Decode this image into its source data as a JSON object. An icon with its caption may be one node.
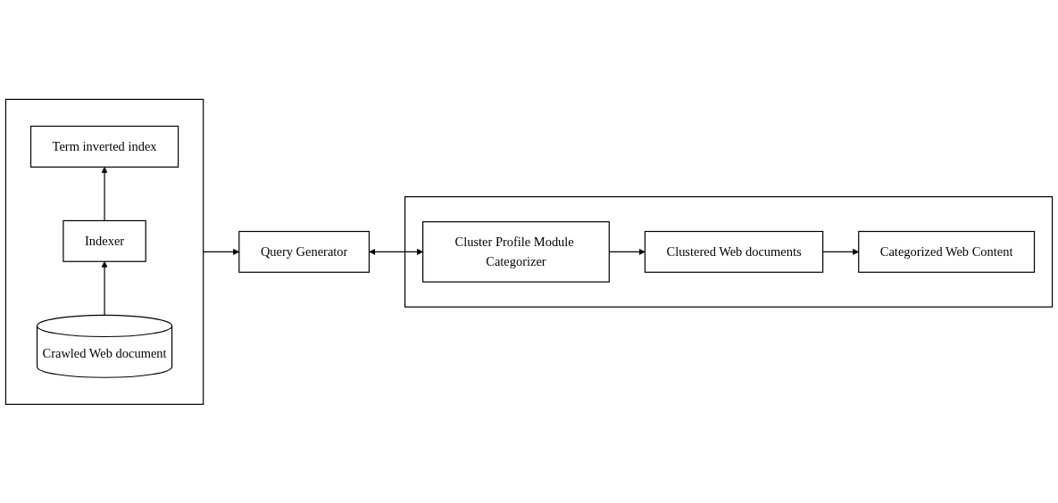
{
  "diagram": {
    "nodes": [
      {
        "text": [],
        "shape": "box"
      },
      {
        "text": [
          "Term inverted index"
        ],
        "in": 0
      },
      {
        "text": [
          "Indexer"
        ],
        "in": 0
      },
      {
        "text": [
          "Crawled Web document"
        ],
        "in": 0
      },
      {
        "text": [
          "Query Generator"
        ]
      },
      {
        "text": [],
        "shape": "box"
      },
      {
        "text": [
          "Categorized Web Content"
        ],
        "in": 5
      },
      {
        "text": [
          "Clustered Web documents"
        ],
        "in": 5
      },
      {
        "text": [
          "Cluster Profile Module Categorizer"
        ],
        "in": 5
      }
    ],
    "edges": [
      {
        "from": 3,
        "to": 2,
        "arrow": "to"
      },
      {
        "from": 2,
        "to": 1,
        "arrow": "to"
      },
      {
        "from": 0,
        "to": 4,
        "arrow": "to"
      },
      {
        "from": 4,
        "to": 8,
        "arrow": "both"
      },
      {
        "from": 8,
        "to": 7,
        "arrow": "to"
      },
      {
        "from": 7,
        "to": 6,
        "arrow": "to"
      }
    ]
  }
}
